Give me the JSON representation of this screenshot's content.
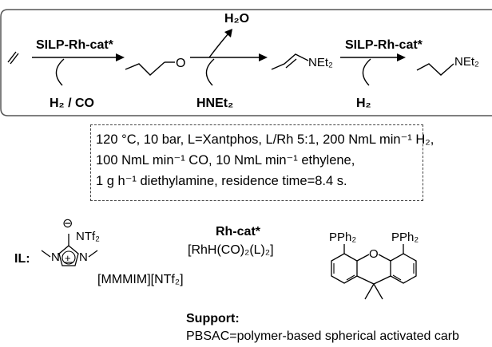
{
  "reaction": {
    "step1_catalyst": "SILP-Rh-cat*",
    "step1_reagent": "H₂ / CO",
    "water": "H₂O",
    "amine_reagent": "HNEt₂",
    "step3_catalyst": "SILP-Rh-cat*",
    "step3_reagent": "H₂",
    "amine_group_1": "NEt₂",
    "amine_group_2": "NEt₂",
    "aldehyde_O": "O"
  },
  "conditions": {
    "line1": "120 °C, 10 bar, L=Xantphos, L/Rh 5:1,  200 NmL min⁻¹ H₂,",
    "line2": "100 NmL min⁻¹ CO, 10 NmL min⁻¹ ethylene,",
    "line3": "1 g h⁻¹ diethylamine, residence time=8.4 s."
  },
  "ionic_liquid": {
    "label": "IL:",
    "anion": "NTf₂",
    "anion_charge": "⊖",
    "N1": "N",
    "N2": "N",
    "cation_charge": "+",
    "name": "[MMMIM][NTf₂]"
  },
  "catalyst": {
    "title": "Rh-cat*",
    "formula": "[RhH(CO)₂(L)₂]",
    "ligand_left": "PPh₂",
    "ligand_right": "PPh₂",
    "ligand_O": "O"
  },
  "support": {
    "title": "Support:",
    "text": "PBSAC=polymer-based spherical activated carb"
  }
}
